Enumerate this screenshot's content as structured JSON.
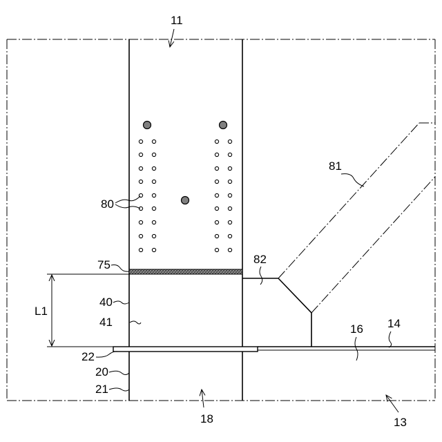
{
  "labels": {
    "ref_11": "11",
    "ref_80": "80",
    "ref_75": "75",
    "ref_82": "82",
    "ref_81": "81",
    "dim_L1": "L1",
    "ref_40": "40",
    "ref_41": "41",
    "ref_16": "16",
    "ref_14": "14",
    "ref_22": "22",
    "ref_20": "20",
    "ref_21": "21",
    "ref_18": "18",
    "ref_13": "13"
  },
  "colors": {
    "line": "#000000",
    "bolt_fill": "#808080",
    "background": "#ffffff"
  }
}
